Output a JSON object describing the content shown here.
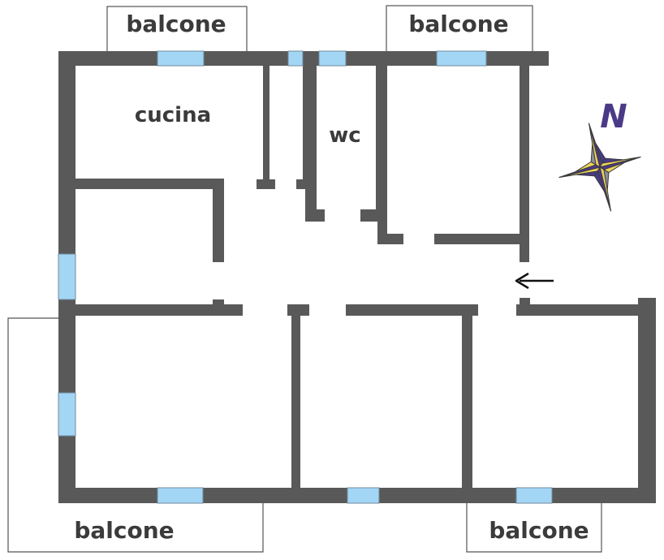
{
  "labels": {
    "balcony_top_left": "balcone",
    "balcony_top_right": "balcone",
    "balcony_bottom_left": "balcone",
    "balcony_bottom_right": "balcone",
    "kitchen": "cucina",
    "wc": "wc",
    "north": "N"
  },
  "colors": {
    "wall": "#595959",
    "window": "#a3d6f5",
    "compass_gold": "#eed45a",
    "compass_purple": "#4a3a86",
    "compass_grey": "#8a8d99",
    "north_text": "#4a3a86"
  },
  "icons": {
    "compass": "compass-rose-icon",
    "entrance": "arrow-left-icon"
  }
}
